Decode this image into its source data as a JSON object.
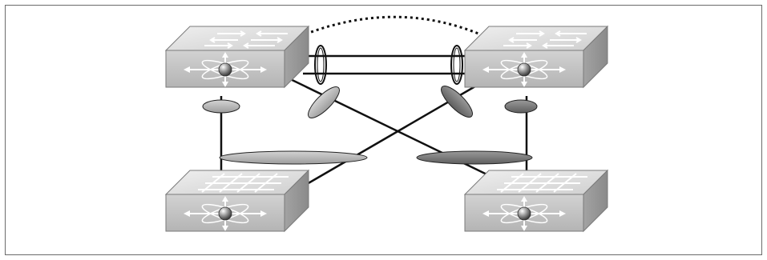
{
  "diagram": {
    "type": "network-topology",
    "switches": [
      {
        "id": "distribution-left",
        "role": "multilayer switch",
        "icon": "multilayer-switch-icon"
      },
      {
        "id": "distribution-right",
        "role": "multilayer switch",
        "icon": "multilayer-switch-icon"
      },
      {
        "id": "access-left",
        "role": "layer 3 switch",
        "icon": "layer3-switch-icon"
      },
      {
        "id": "access-right",
        "role": "layer 3 switch",
        "icon": "layer3-switch-icon"
      }
    ],
    "links": [
      {
        "from": "distribution-left",
        "to": "distribution-right",
        "style": "dotted",
        "kind": "logical"
      },
      {
        "from": "distribution-left",
        "to": "distribution-right",
        "style": "double",
        "kind": "port-channel"
      },
      {
        "from": "distribution-left",
        "to": "access-left",
        "style": "solid"
      },
      {
        "from": "distribution-left",
        "to": "access-right",
        "style": "solid"
      },
      {
        "from": "distribution-right",
        "to": "access-left",
        "style": "solid"
      },
      {
        "from": "distribution-right",
        "to": "access-right",
        "style": "solid"
      }
    ],
    "colors": {
      "frame": "#6b6b6b",
      "switch_top": "#e4e4e4",
      "switch_front": "#c6c6c6",
      "switch_side": "#9a9a9a",
      "ellipse_light": "#b8b8b8",
      "ellipse_dark": "#7a7a7a",
      "line": "#111111"
    }
  }
}
